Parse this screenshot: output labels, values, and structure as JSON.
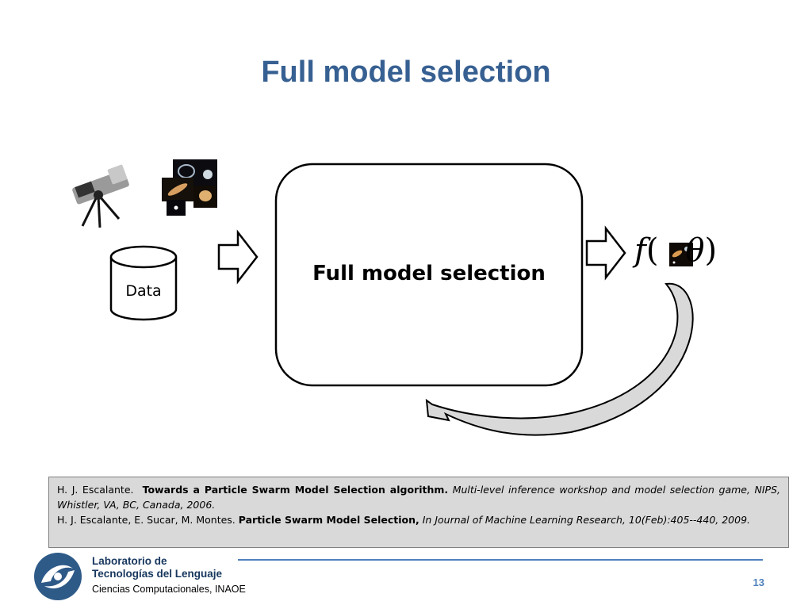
{
  "slide": {
    "title": "Full model selection",
    "page_number": "13"
  },
  "diagram": {
    "data_label": "Data",
    "box_label": "Full model selection",
    "function_f": "f",
    "function_open": "(",
    "function_theta": "θ",
    "function_close": ")"
  },
  "references": [
    {
      "authors": "H. J. Escalante.",
      "title": "Towards a Particle Swarm Model Selection algorithm.",
      "venue": "Multi-level inference workshop and model selection game, NIPS, Whistler, VA, BC, Canada, 2006."
    },
    {
      "authors": "H. J. Escalante, E. Sucar, M. Montes.",
      "title": "Particle Swarm Model Selection,",
      "venue": "In Journal of Machine Learning Research, 10(Feb):405--440, 2009."
    }
  ],
  "footer": {
    "lab_line1": "Laboratorio de",
    "lab_line2": "Tecnologías del Lenguaje",
    "lab_line3": "Ciencias Computacionales, INAOE"
  },
  "colors": {
    "title": "#376092",
    "accent": "#4f81bd",
    "ref_background": "#d9d9d9"
  },
  "icons": [
    "telescope-icon",
    "galaxy-images-icon",
    "galaxy-thumbnail-icon",
    "inaoe-logo"
  ]
}
